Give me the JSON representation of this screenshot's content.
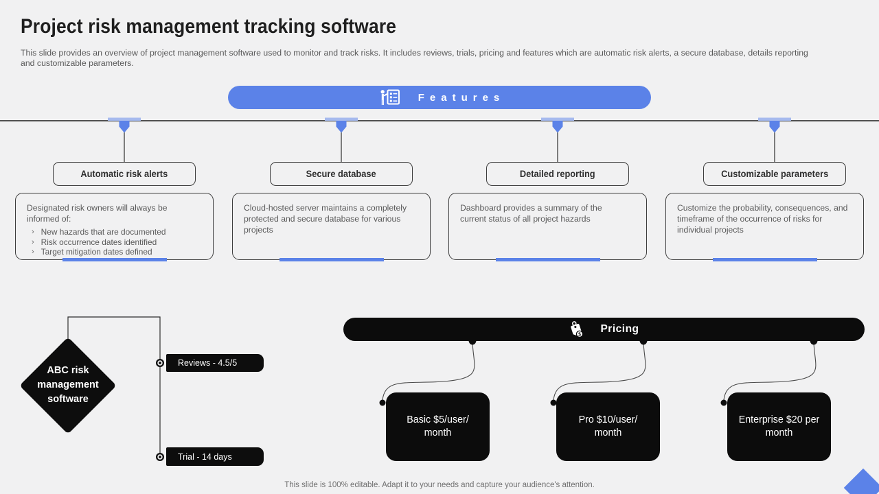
{
  "slide": {
    "title": "Project risk management tracking software",
    "subtitle": "This slide provides an overview of project management software used to monitor and track risks. It includes reviews, trials, pricing and features which are automatic risk alerts, a secure database, details reporting and customizable parameters.",
    "footer_note": "This slide is 100% editable. Adapt it to your needs and capture your audience's attention."
  },
  "features": {
    "header_label": "Features",
    "bullet_char": "›",
    "items": [
      {
        "title": "Automatic risk alerts",
        "description": "Designated risk owners will always be informed of:",
        "bullets": [
          "New hazards that are documented",
          "Risk occurrence dates identified",
          "Target mitigation dates defined"
        ]
      },
      {
        "title": "Secure database",
        "description": "Cloud-hosted server maintains a completely protected and secure database for various projects"
      },
      {
        "title": "Detailed reporting",
        "description": "Dashboard provides a summary of the current status of all project hazards"
      },
      {
        "title": "Customizable parameters",
        "description": "Customize the probability, consequences, and timeframe of the occurrence of risks for individual projects"
      }
    ]
  },
  "product": {
    "name": "ABC risk management software",
    "stats": [
      {
        "label": "Reviews - 4.5/5"
      },
      {
        "label": "Trial - 14 days"
      }
    ]
  },
  "pricing": {
    "header_label": "Pricing",
    "plans": [
      {
        "label": "Basic $5/user/ month"
      },
      {
        "label": "Pro $10/user/ month"
      },
      {
        "label": "Enterprise $20 per month"
      }
    ]
  },
  "colors": {
    "accent_blue": "#5b82e8",
    "accent_blue_light": "#a6baee",
    "dark": "#0d0d0d",
    "background": "#f1f1f2"
  }
}
